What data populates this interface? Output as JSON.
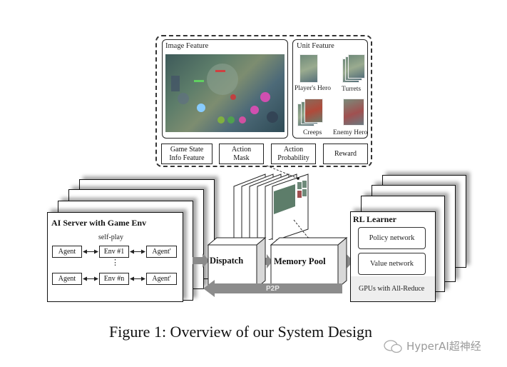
{
  "figure": {
    "caption": "Figure 1: Overview of our System Design",
    "watermark": "HyperAI超神经",
    "watermark_icon": "wechat-icon"
  },
  "feature_panel": {
    "image_feature": {
      "title": "Image Feature"
    },
    "unit_feature": {
      "title": "Unit Feature",
      "items": [
        {
          "label": "Player's Hero"
        },
        {
          "label": "Turrets"
        },
        {
          "label": "Creeps"
        },
        {
          "label": "Enemy Hero"
        }
      ]
    },
    "feature_boxes": [
      {
        "line1": "Game State",
        "line2": "Info Feature"
      },
      {
        "line1": "Action",
        "line2": "Mask"
      },
      {
        "line1": "Action",
        "line2": "Probability"
      },
      {
        "line1": "Reward",
        "line2": ""
      }
    ]
  },
  "ai_server": {
    "title": "AI Server with Game Env",
    "self_play": "self-play",
    "ellipsis": "⋮",
    "rows": [
      {
        "agent": "Agent",
        "env": "Env #1",
        "opponent": "Agent'"
      },
      {
        "agent": "Agent",
        "env": "Env #n",
        "opponent": "Agent'"
      }
    ]
  },
  "pipeline": {
    "dispatch": "Dispatch",
    "memory_pool": "Memory Pool",
    "p2p": "P2P"
  },
  "rl_learner": {
    "title": "RL Learner",
    "policy": "Policy network",
    "value": "Value network",
    "gpus": "GPUs with All-Reduce"
  }
}
